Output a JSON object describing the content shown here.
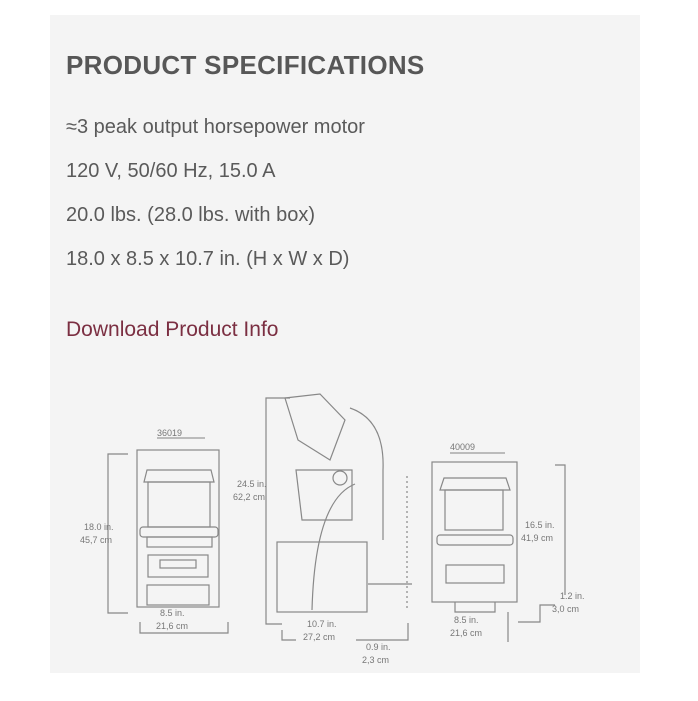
{
  "title": "PRODUCT SPECIFICATIONS",
  "specs": [
    "≈3 peak output horsepower motor",
    "120 V, 50/60 Hz, 15.0 A",
    "20.0 lbs. (28.0 lbs. with box)",
    "18.0 x 8.5 x 10.7 in. (H x W x D)"
  ],
  "link": "Download Product Info",
  "diagram": {
    "model_a": "36019",
    "a_height_in": "18.0 in.",
    "a_height_cm": "45,7 cm",
    "a_width_in": "8.5 in.",
    "a_width_cm": "21,6 cm",
    "side_height_in": "24.5 in.",
    "side_height_cm": "62,2 cm",
    "side_depth_in": "10.7 in.",
    "side_depth_cm": "27,2 cm",
    "side_offset_in": "0.9 in.",
    "side_offset_cm": "2,3 cm",
    "model_b": "40009",
    "b_height_in": "16.5 in.",
    "b_height_cm": "41,9 cm",
    "b_foot_in": "1.2 in.",
    "b_foot_cm": "3,0 cm",
    "b_width_in": "8.5 in.",
    "b_width_cm": "21,6 cm"
  }
}
